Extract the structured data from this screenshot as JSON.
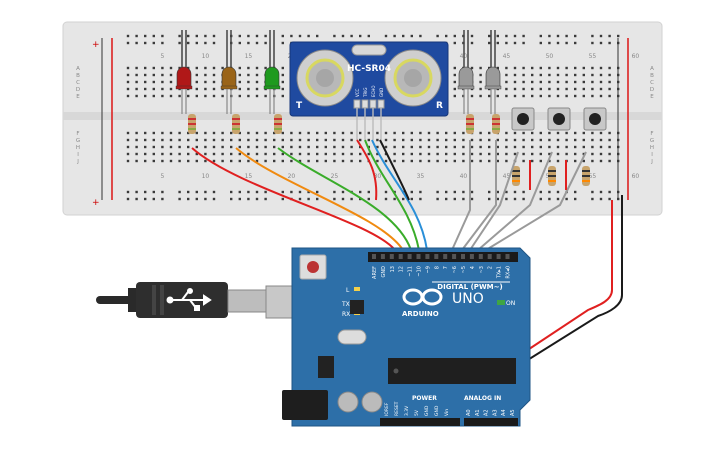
{
  "breadboard": {
    "column_numbers": [
      "5",
      "10",
      "15",
      "20",
      "25",
      "30",
      "35",
      "40",
      "45",
      "50",
      "55",
      "60"
    ],
    "row_letters_top": [
      "A",
      "B",
      "C",
      "D",
      "E"
    ],
    "row_letters_bottom": [
      "F",
      "G",
      "H",
      "I",
      "J"
    ],
    "rail_plus": "+",
    "rail_minus": "-"
  },
  "sensor": {
    "name": "HC-SR04",
    "left_mark": "T",
    "right_mark": "R",
    "pins": [
      "VCC",
      "TRIG",
      "ECHO",
      "GND"
    ]
  },
  "leds": [
    {
      "color": "red",
      "hex": "#b01818"
    },
    {
      "color": "amber",
      "hex": "#9a6418"
    },
    {
      "color": "green",
      "hex": "#1e9a1e"
    },
    {
      "color": "off",
      "hex": "#9a9a9a"
    },
    {
      "color": "off",
      "hex": "#9a9a9a"
    }
  ],
  "wire_colors": {
    "red": "#e02020",
    "orange": "#f08a10",
    "green": "#3aac2a",
    "blue": "#2a8fd8",
    "black": "#1a1a1a",
    "gray": "#9a9a9a"
  },
  "arduino": {
    "brand": "ARDUINO",
    "model": "UNO",
    "on_label": "ON",
    "l_label": "L",
    "tx_label": "TX",
    "rx_label": "RX",
    "digital_label": "DIGITAL (PWM~)",
    "power_label": "POWER",
    "analog_label": "ANALOG IN",
    "digital_pins": [
      "AREF",
      "GND",
      "13",
      "12",
      "~11",
      "~10",
      "~9",
      "8",
      "7",
      "~6",
      "~5",
      "4",
      "~3",
      "2",
      "TX▸1",
      "RX◂0"
    ],
    "power_pins": [
      "IOREF",
      "RESET",
      "3.3V",
      "5V",
      "GND",
      "GND",
      "Vin"
    ],
    "analog_pins": [
      "A0",
      "A1",
      "A2",
      "A3",
      "A4",
      "A5"
    ],
    "board_color": "#2d6fa8"
  }
}
